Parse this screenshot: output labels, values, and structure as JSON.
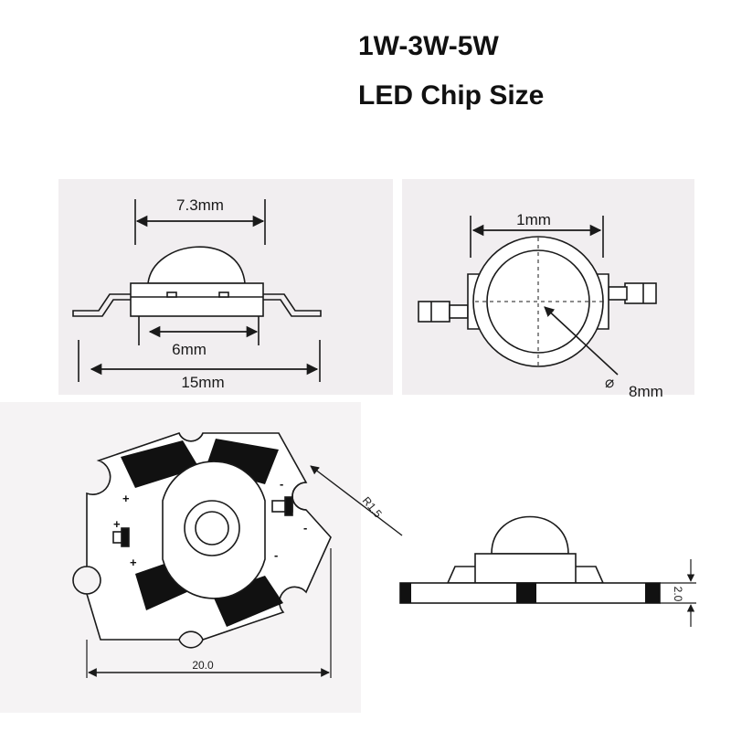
{
  "title": {
    "line1": "1W-3W-5W",
    "line2": "LED Chip Size"
  },
  "side_view": {
    "lens_width": "7.3mm",
    "body_width": "6mm",
    "total_width": "15mm"
  },
  "top_view": {
    "lens_width": "1mm",
    "diameter": "8mm",
    "diameter_symbol": "⌀"
  },
  "pcb_view": {
    "width": "20.0",
    "radius": "R1.5",
    "plus_sign": "+",
    "minus_sign": "-"
  },
  "side_pcb_view": {
    "thickness": "2.0"
  },
  "colors": {
    "line": "#1a1a1a",
    "panel_bg": "#f1eef0",
    "pad": "#111111"
  }
}
